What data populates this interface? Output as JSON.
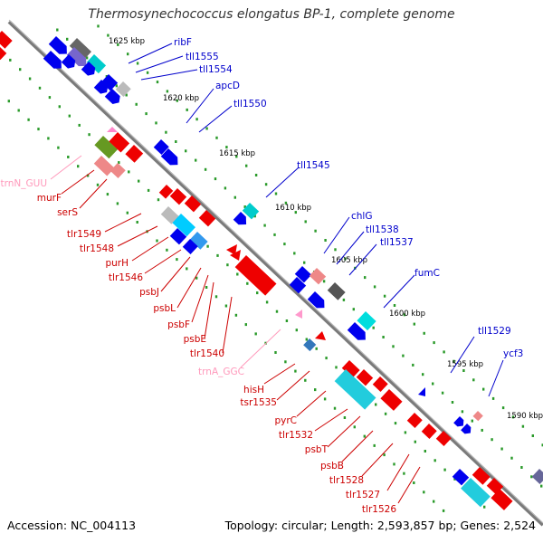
{
  "title": "Thermosynechococcus elongatus BP-1, complete genome",
  "footer": {
    "accession": "Accession: NC_004113",
    "summary": "Topology: circular; Length: 2,593,857 bp; Genes: 2,524"
  },
  "colors": {
    "forward_label": "#0000cc",
    "reverse_label": "#cc0000",
    "rna_label": "#ff99bb",
    "backbone": "#808080"
  },
  "kbp_labels": [
    "1625 kbp",
    "1620 kbp",
    "1615 kbp",
    "1610 kbp",
    "1605 kbp",
    "1600 kbp",
    "1595 kbp",
    "1590 kbp"
  ],
  "forward_genes": [
    "ribF",
    "tll1555",
    "tll1554",
    "apcD",
    "tll1550",
    "tll1545",
    "chlG",
    "tll1538",
    "tll1537",
    "fumC",
    "tll1529",
    "ycf3"
  ],
  "reverse_genes": [
    "trnN_GUU",
    "murF",
    "serS",
    "tlr1549",
    "tlr1548",
    "purH",
    "tlr1546",
    "psbJ",
    "psbL",
    "psbF",
    "psbE",
    "tlr1540",
    "trnA_GGC",
    "hisH",
    "tsr1535",
    "pyrC",
    "tlr1532",
    "psbT",
    "psbB",
    "tlr1528",
    "tlr1527",
    "tlr1526"
  ]
}
